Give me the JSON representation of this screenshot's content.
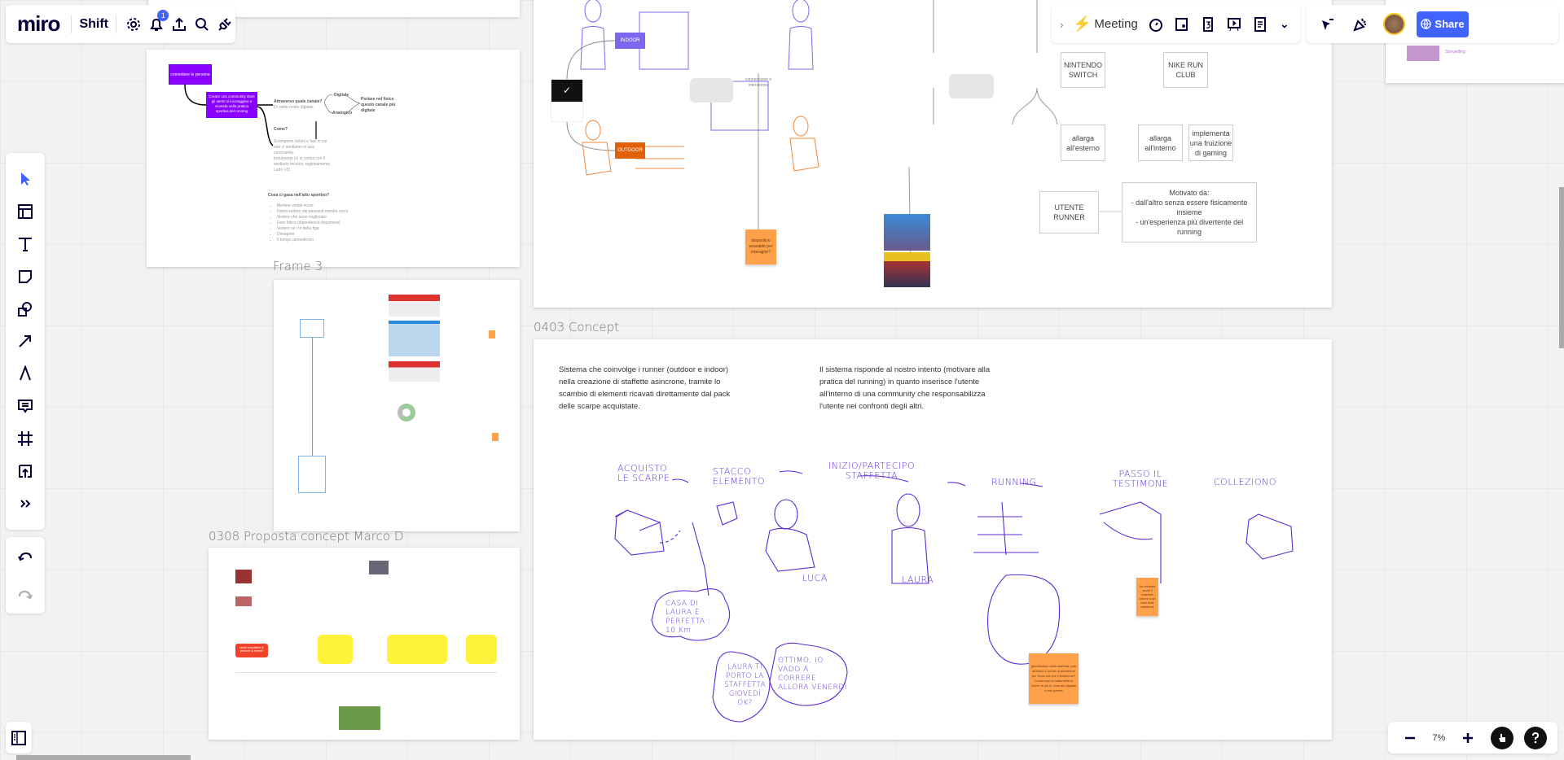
{
  "app": {
    "logo": "miro",
    "board_name": "Shift",
    "notifications_count": "1"
  },
  "top_toolbar": {
    "meeting_label": "Meeting",
    "share_label": "Share"
  },
  "zoom": {
    "level": "7%"
  },
  "frames": {
    "frame3_label": "Frame 3",
    "marco_label": "0308 Proposta concept Marco D",
    "concept_label": "0403 Concept"
  },
  "frame1": {
    "box1": "connettere le persone",
    "box2": "Creare una community dove gli utenti si incoraggino a vicenda nella pratica sportiva del running",
    "q1": "Attraverso quale canale?",
    "q1_sub": "Di solito molto digitale",
    "digitale": "Digitale",
    "analogico": "Analogico",
    "portare": "Portare nel fisico questo canale più digitale",
    "come": "Come?",
    "come_1": "Scomporre azioni e fasi in cui non ci sentiamo in una community.",
    "come_2": "Indumento (ci si carica con il vestiario tecnico, ragionamento Ludo <3)",
    "cosa": "Cosa ci gasa nell'atto sportivo?",
    "bullets": [
      "Mettere vestiti nuovi",
      "Farmi vedere dai passanti mentre corro",
      "Vedere che sono migliorato",
      "Fare fatica (dipendenza dopamina)",
      "Vedere se c'è della figa",
      "Dimagrire",
      "Il tempo atmosferico"
    ]
  },
  "top_frame": {
    "indoor": "INDOOR",
    "outdoor": "OUTDOOR",
    "connessione": "connessione e interazione",
    "sticky": "dispositivo wearable per interagire?",
    "nintendo": "NINTENDO SWITCH",
    "nike_run": "NIKE RUN CLUB",
    "allarga_esterno": "allarga all'esterno",
    "allarga_interno": "allarga all'interno",
    "implementa": "implementa una fruizione di gaming",
    "utente": "UTENTE RUNNER",
    "motivato_title": "Motivato da:",
    "motivato_1": "- dall'altro senza essere fisicamente insieme",
    "motivato_2": "- un'esperienza più divertente del running",
    "storytelling": "Storytelling"
  },
  "concept": {
    "col1": "Sistema che coinvolge i runner (outdoor e indoor) nella creazione di staffette asincrone, tramite lo scambio di elementi ricavati direttamente dal pack delle scarpe acquistate.",
    "col2": "Il sistema risponde al nostro intento (motivare alla pratica del running) in quanto inserisce l'utente all'interno di una community che responsabilizza l'utente nei confronti degli altri.",
    "steps": [
      "ACQUISTO LE SCARPE",
      "STACCO ELEMENTO",
      "INIZIO/PARTECIPO STAFFETTA",
      "RUNNING",
      "PASSO IL TESTIMONE",
      "COLLEZIONO"
    ],
    "luca": "LUCA",
    "laura": "LAURA",
    "bubble1": "CASA DI LAURA È PERFETTA : 10 Km",
    "bubble2": "LAURA TI PORTO LA STAFFETTA GIOVEDÌ OK?",
    "bubble3": "OTTIMO, IO VADO A CORRERE ALLORA VENERDÌ",
    "sticky1": "Da verificare anche il materiale cartone sulla base della resistenza",
    "sticky2": "gamification della staffetta: può aiutarmi a uscire di prendermi per forza con me il testimone? Comunque la materialità fa vivere di più le cose del digitale a mio parere"
  },
  "marco": {
    "red": "come connettere le persone ai eventi?"
  },
  "colors": {
    "accent": "#4262ff",
    "purple": "#8a2be2",
    "indoor": "#7b68ee",
    "outdoor": "#e0600a",
    "sticky": "#ffa04b",
    "sketch": "#5b2bd6"
  }
}
